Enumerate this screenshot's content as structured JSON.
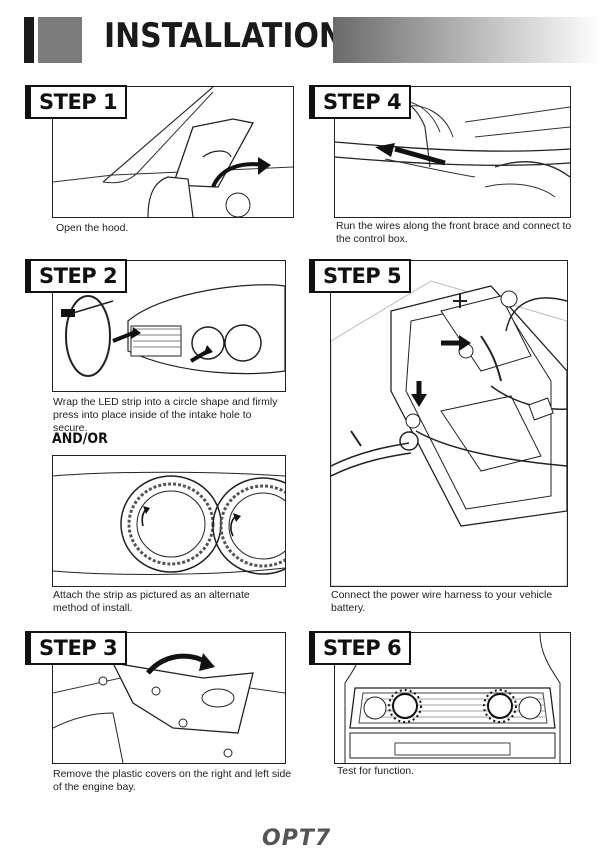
{
  "header": {
    "title": "INSTALLATION"
  },
  "steps": {
    "s1": {
      "label": "STEP 1",
      "caption": "Open the hood."
    },
    "s2": {
      "label": "STEP 2",
      "caption": "Wrap the LED strip into a circle shape and firmly press into place inside of the intake hole to secure.",
      "and_or": "AND/OR",
      "alt_caption": "Attach the strip as pictured as an alternate method of install."
    },
    "s3": {
      "label": "STEP 3",
      "caption": "Remove the plastic covers on the right and left side of the engine bay."
    },
    "s4": {
      "label": "STEP 4",
      "caption": "Run the wires along the front brace and connect to the control box."
    },
    "s5": {
      "label": "STEP 5",
      "caption": "Connect the power wire harness to your vehicle battery."
    },
    "s6": {
      "label": "STEP 6",
      "caption": "Test for function."
    }
  },
  "footer": {
    "logo": "OPT7"
  }
}
